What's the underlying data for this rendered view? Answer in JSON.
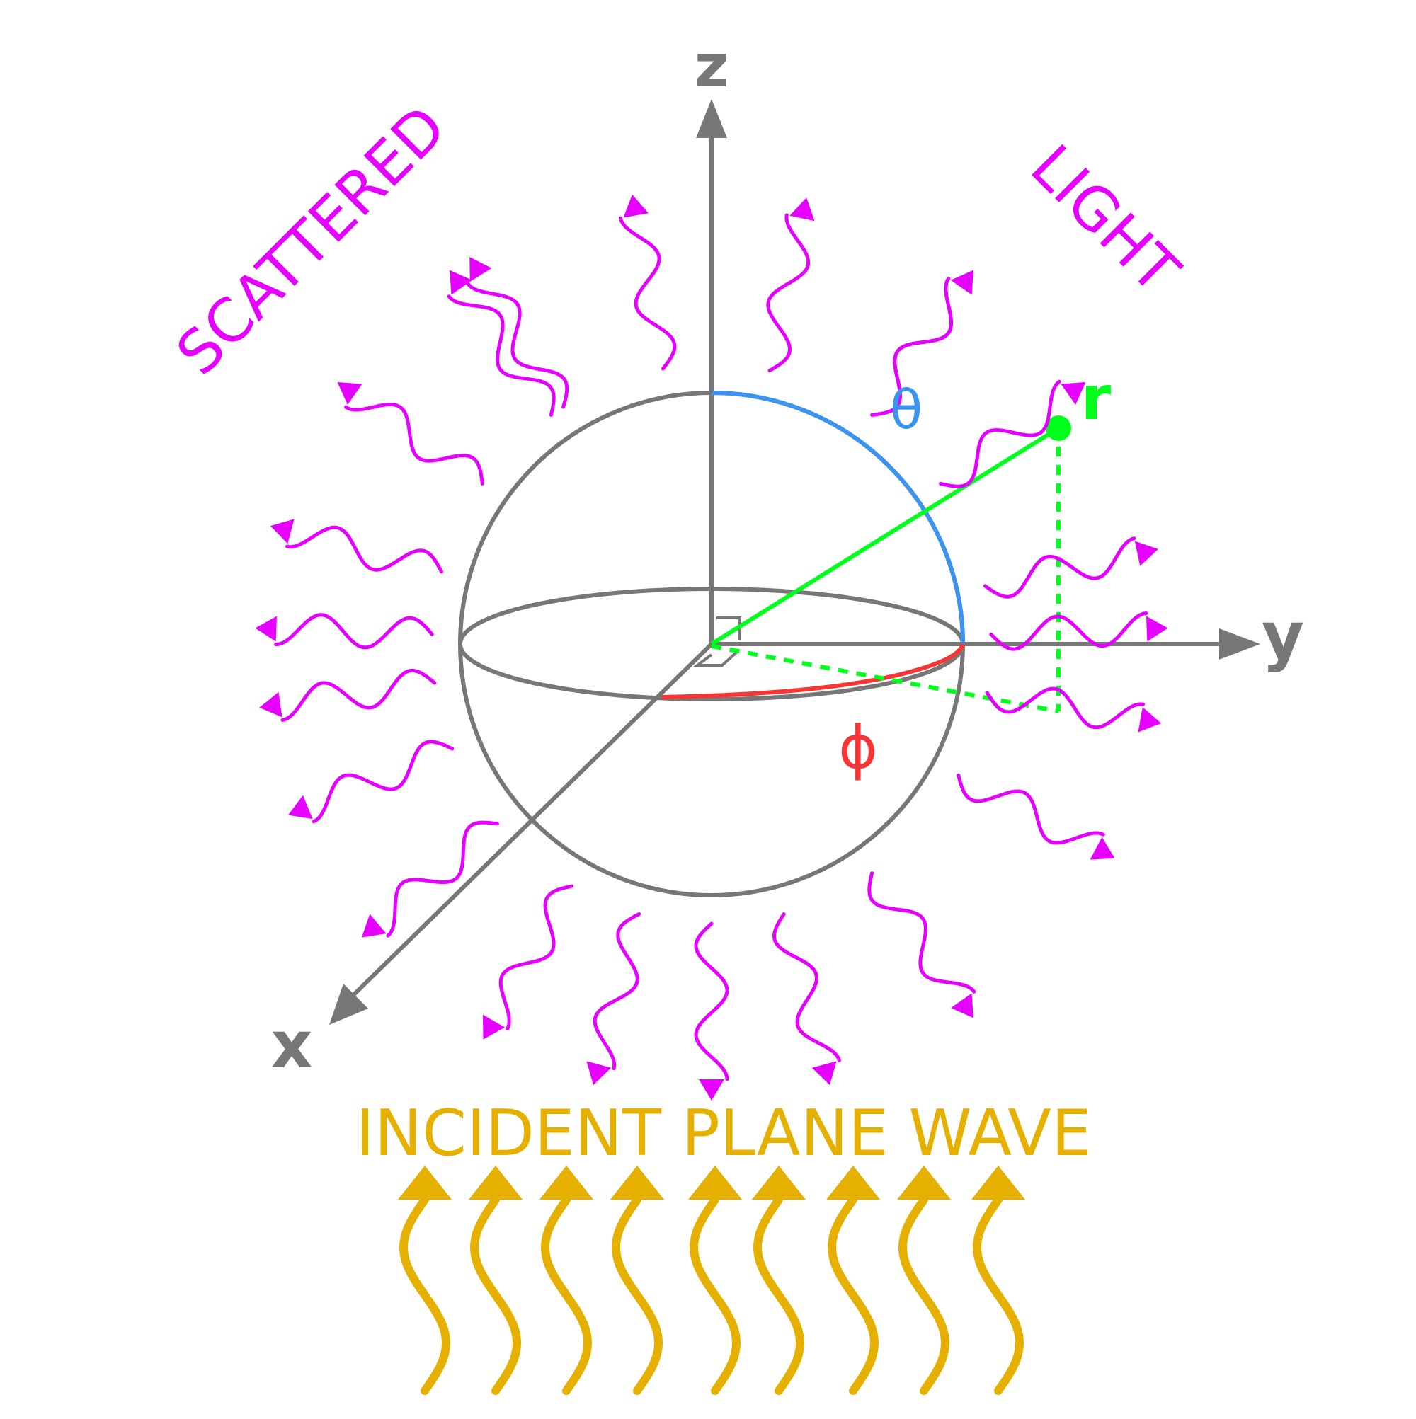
{
  "labels": {
    "z_axis": "z",
    "y_axis": "y",
    "x_axis": "x",
    "scattered": "SCATTERED",
    "light": "LIGHT",
    "theta": "θ",
    "phi": "ϕ",
    "r": "r",
    "incident": "INCIDENT PLANE WAVE"
  },
  "colors": {
    "axis": "#777777",
    "sphere": "#777777",
    "scattered": "#e600ff",
    "incident": "#e6b000",
    "radius_vector": "#00ff1a",
    "theta_arc": "#3b95f0",
    "phi_arc": "#f83535"
  },
  "icons": {
    "incident_arrows": "wavy-up-arrow-icon",
    "scattered_arrows": "wavy-outward-arrow-icon"
  }
}
